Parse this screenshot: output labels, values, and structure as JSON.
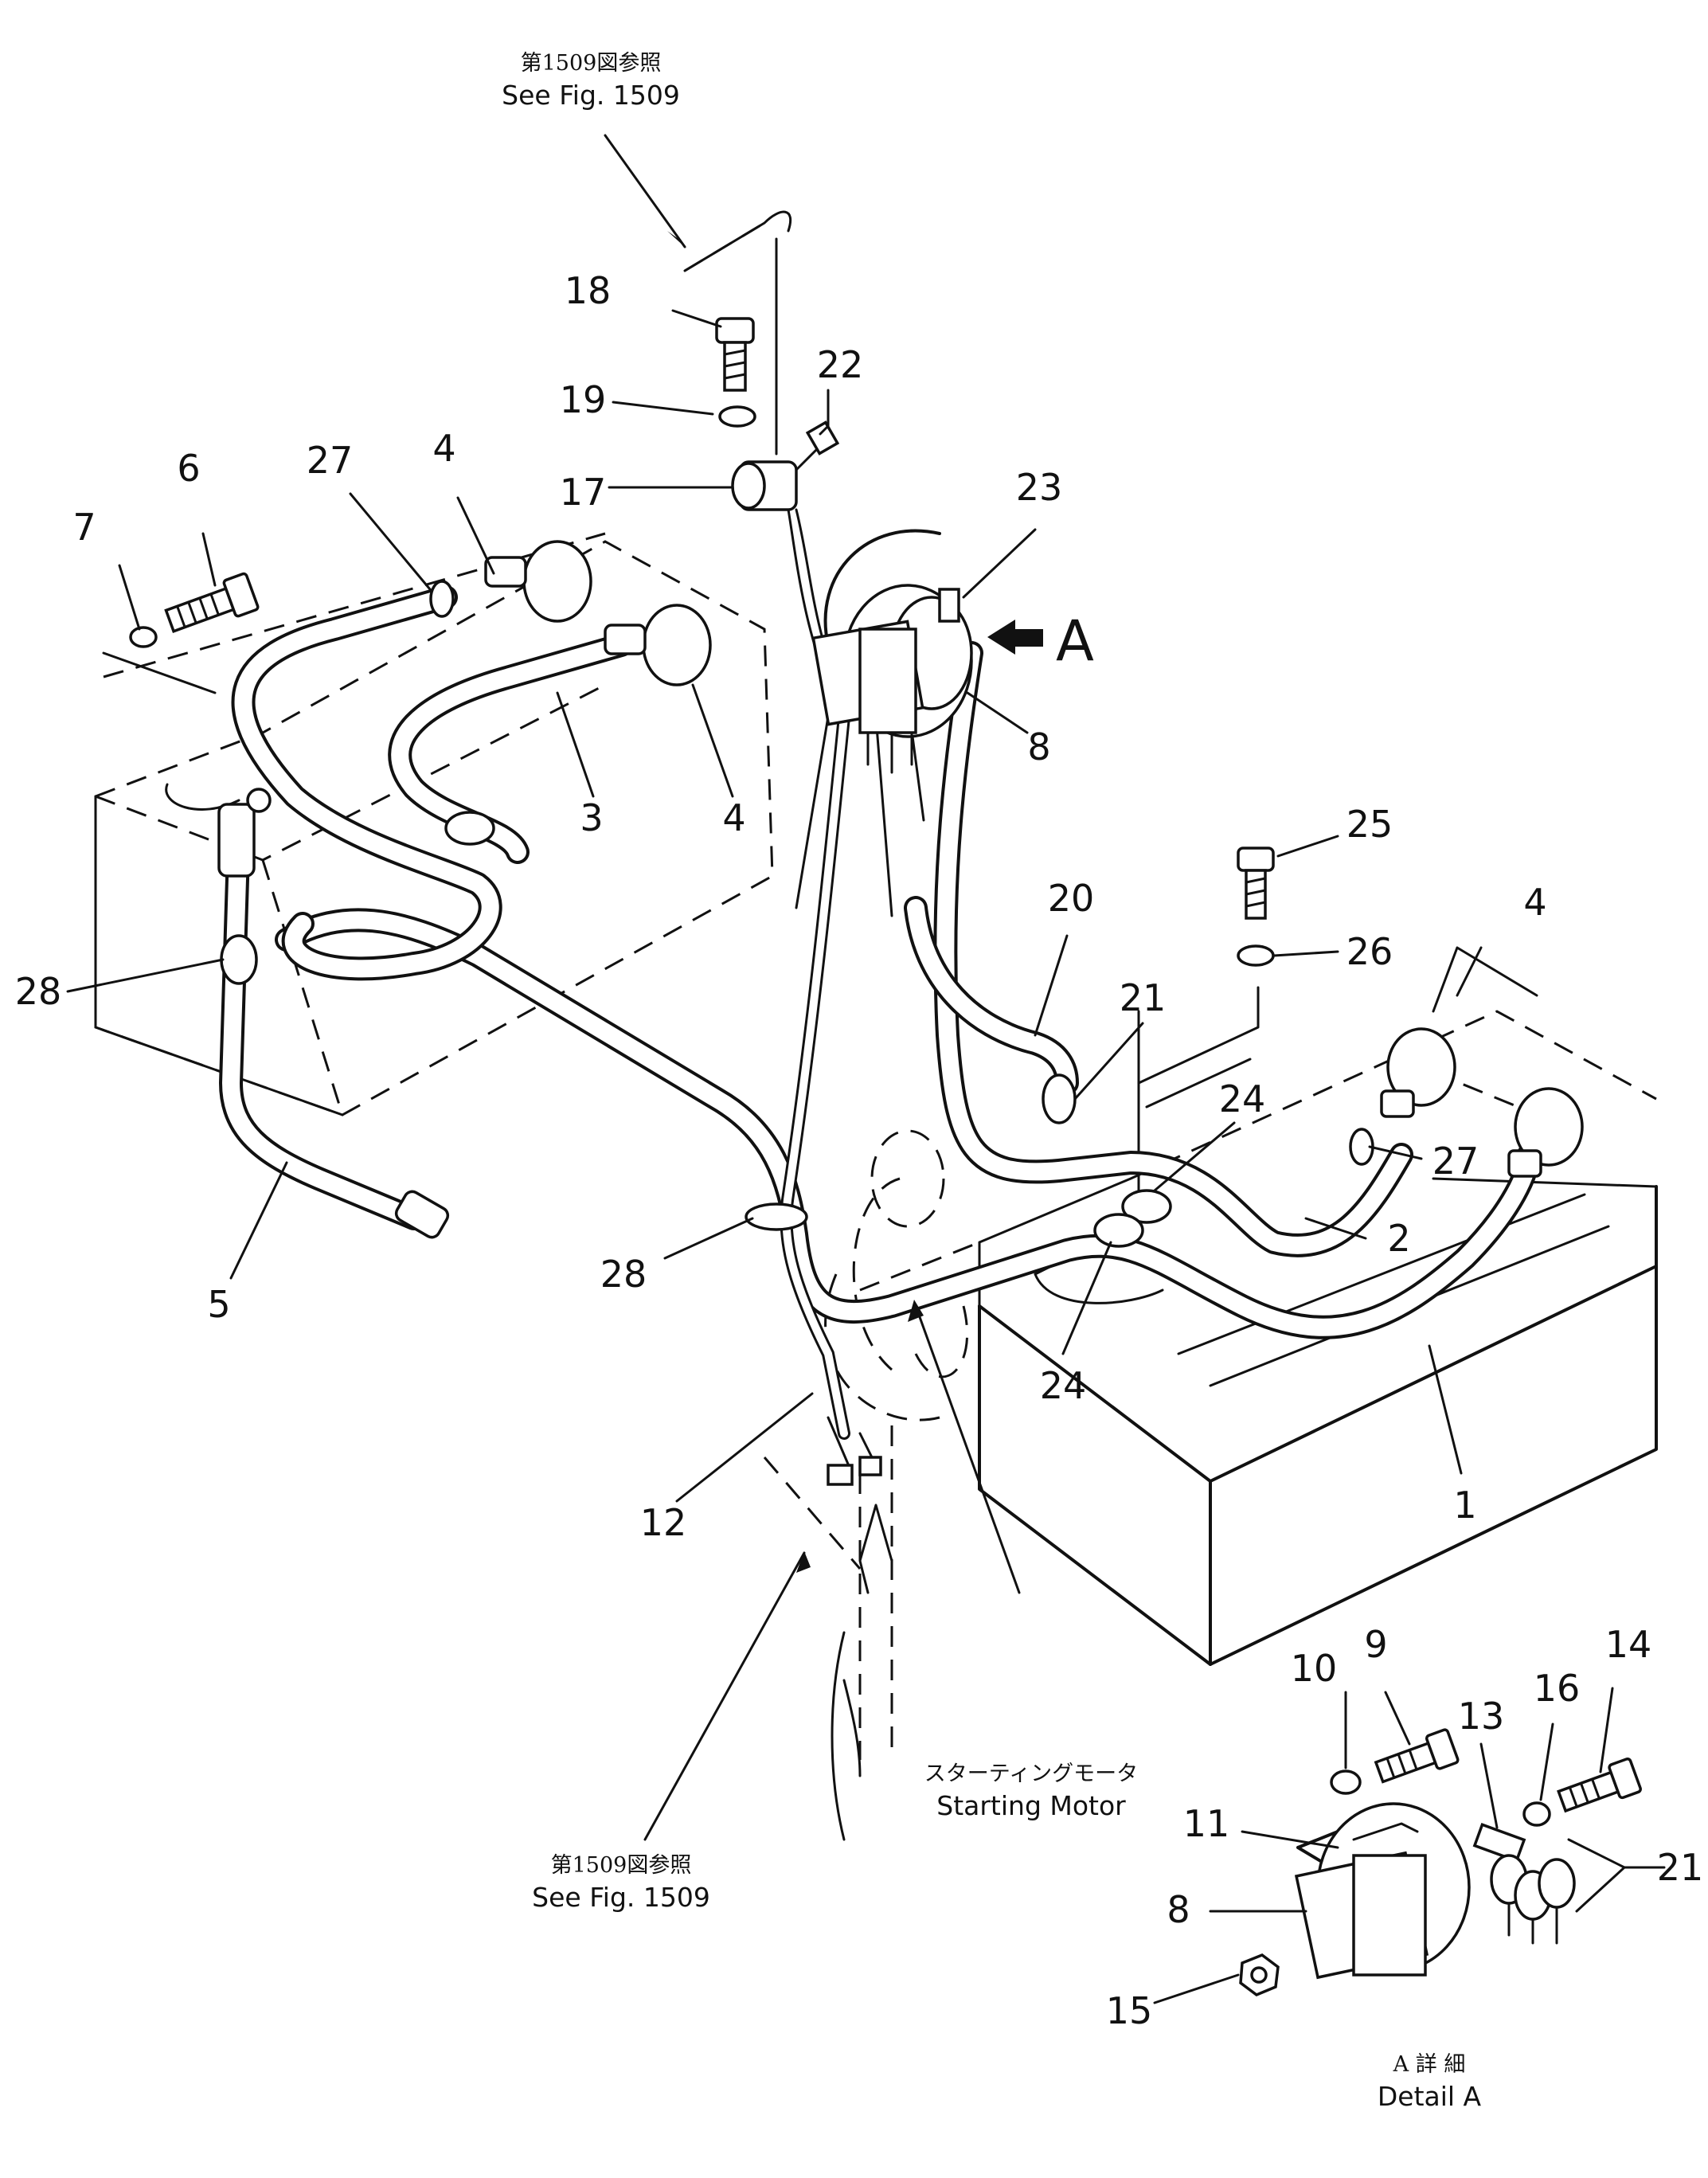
{
  "callouts": [
    {
      "id": "c18",
      "text": "18"
    },
    {
      "id": "c22",
      "text": "22"
    },
    {
      "id": "c19",
      "text": "19"
    },
    {
      "id": "c17",
      "text": "17"
    },
    {
      "id": "c23",
      "text": "23"
    },
    {
      "id": "c6",
      "text": "6"
    },
    {
      "id": "c27a",
      "text": "27"
    },
    {
      "id": "c4a",
      "text": "4"
    },
    {
      "id": "c7",
      "text": "7"
    },
    {
      "id": "c8a",
      "text": "8"
    },
    {
      "id": "c3",
      "text": "3"
    },
    {
      "id": "c4b",
      "text": "4"
    },
    {
      "id": "c25",
      "text": "25"
    },
    {
      "id": "c20",
      "text": "20"
    },
    {
      "id": "c26",
      "text": "26"
    },
    {
      "id": "c4c",
      "text": "4"
    },
    {
      "id": "c28a",
      "text": "28"
    },
    {
      "id": "c21a",
      "text": "21"
    },
    {
      "id": "c24a",
      "text": "24"
    },
    {
      "id": "c27b",
      "text": "27"
    },
    {
      "id": "c2",
      "text": "2"
    },
    {
      "id": "c5",
      "text": "5"
    },
    {
      "id": "c28b",
      "text": "28"
    },
    {
      "id": "c24b",
      "text": "24"
    },
    {
      "id": "c1",
      "text": "1"
    },
    {
      "id": "c12",
      "text": "12"
    },
    {
      "id": "c9",
      "text": "9"
    },
    {
      "id": "c14",
      "text": "14"
    },
    {
      "id": "c10",
      "text": "10"
    },
    {
      "id": "c13",
      "text": "13"
    },
    {
      "id": "c16",
      "text": "16"
    },
    {
      "id": "c11",
      "text": "11"
    },
    {
      "id": "c8b",
      "text": "8"
    },
    {
      "id": "c21b",
      "text": "21"
    },
    {
      "id": "c15",
      "text": "15"
    }
  ],
  "notes": {
    "top_ref_jp": "第1509図参照",
    "top_ref_en": "See Fig. 1509",
    "bottom_ref_jp": "第1509図参照",
    "bottom_ref_en": "See Fig. 1509",
    "motor_jp": "スターティングモータ",
    "motor_en": "Starting Motor",
    "detail_jp": "A 詳 細",
    "detail_en": "Detail A",
    "view_arrow": "A"
  }
}
